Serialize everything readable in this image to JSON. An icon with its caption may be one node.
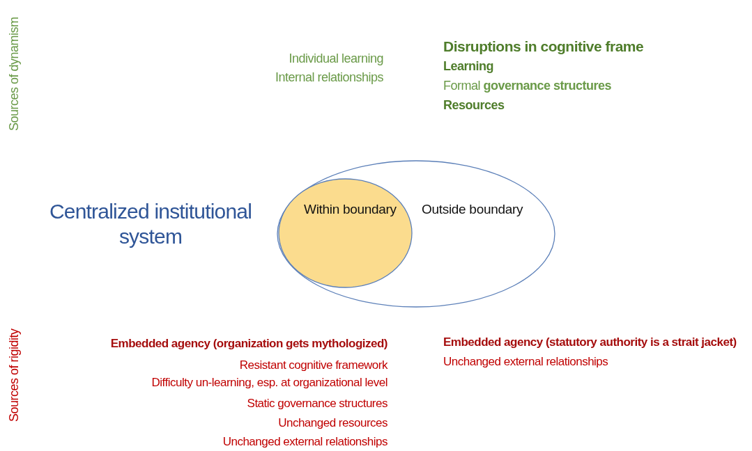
{
  "diagram": {
    "nodes": [
      {
        "text": [
          "Outside boundary"
        ]
      },
      {
        "text": [
          "Within boundary"
        ],
        "in": 0
      }
    ],
    "labels": [
      "Sources of dynamism",
      "Individual learning",
      "Internal relationships",
      "Disruptions in cognitive frame",
      "Learning",
      "Formal **governance structures**",
      "Resources",
      "Centralized institutional system",
      "Sources of rigidity",
      "Embedded agency (organization gets mythologized)",
      "Resistant cognitive framework",
      "Difficulty un-learning, esp. at organizational level",
      "Static governance structures",
      "Unchanged resources",
      "Unchanged external relationships",
      "Embedded agency (statutory authority is a strait jacket)",
      "Unchanged external relationships"
    ]
  }
}
